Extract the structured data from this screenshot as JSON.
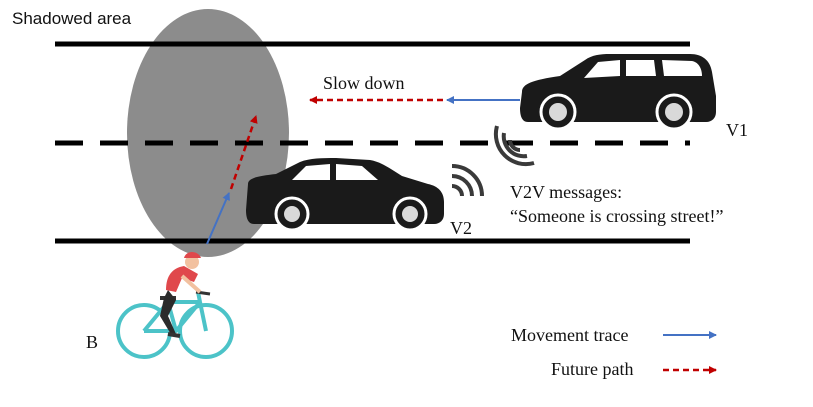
{
  "labels": {
    "shadowed_area": "Shadowed area",
    "slow_down": "Slow down",
    "v1": "V1",
    "v2": "V2",
    "v2v_line1": "V2V messages:",
    "v2v_line2": "“Someone is crossing street!”",
    "bicycle": "B"
  },
  "legend": {
    "movement_trace": "Movement trace",
    "future_path": "Future path"
  },
  "colors": {
    "road_line": "#000000",
    "shadow": "#8c8c8c",
    "movement_trace": "#4472c4",
    "future_path": "#c00000",
    "car": "#1a1a1a",
    "cyclist_shirt": "#e0484c",
    "bicycle_frame": "#4cc3c8"
  },
  "icons": [
    "car-v1-icon",
    "car-v2-icon",
    "wifi-signal-icon",
    "cyclist-icon"
  ]
}
